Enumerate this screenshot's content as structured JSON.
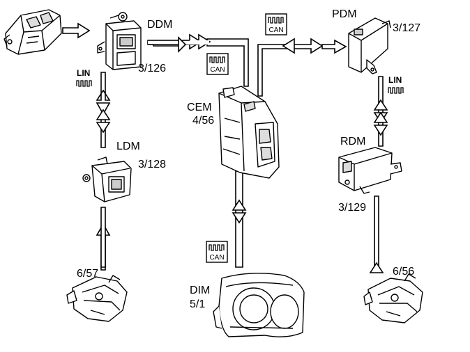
{
  "modules": {
    "ddm": {
      "name": "DDM",
      "code": "3/126"
    },
    "pdm": {
      "name": "PDM",
      "code": "3/127"
    },
    "cem": {
      "name": "CEM",
      "code": "4/56"
    },
    "ldm": {
      "name": "LDM",
      "code": "3/128"
    },
    "rdm": {
      "name": "RDM",
      "code": "3/129"
    },
    "dim": {
      "name": "DIM",
      "code": "5/1"
    },
    "lock_left": {
      "code": "6/57"
    },
    "lock_right": {
      "code": "6/56"
    }
  },
  "bus_labels": {
    "can": "CAN",
    "lin": "LIN"
  }
}
